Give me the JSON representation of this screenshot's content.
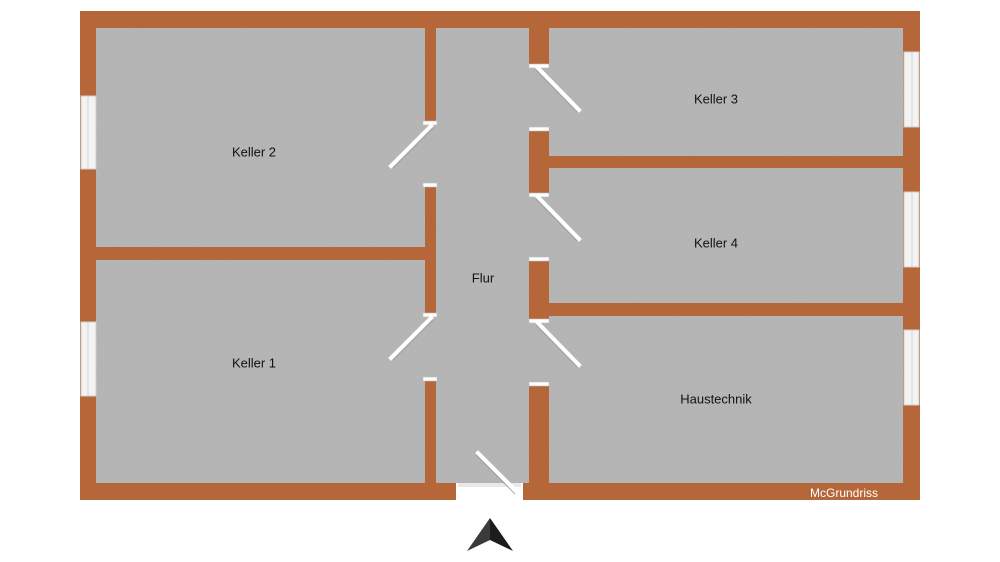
{
  "rooms": {
    "keller1": "Keller 1",
    "keller2": "Keller 2",
    "keller3": "Keller 3",
    "keller4": "Keller 4",
    "flur": "Flur",
    "haustechnik": "Haustechnik"
  },
  "watermark": "McGrundriss",
  "colors": {
    "wall": "#b5673a",
    "floor": "#b4b4b4",
    "window": "#f2f2f2",
    "door": "#ffffff",
    "compass": "#2b2b2b"
  },
  "icons": {
    "compass": "north-arrow-icon"
  }
}
